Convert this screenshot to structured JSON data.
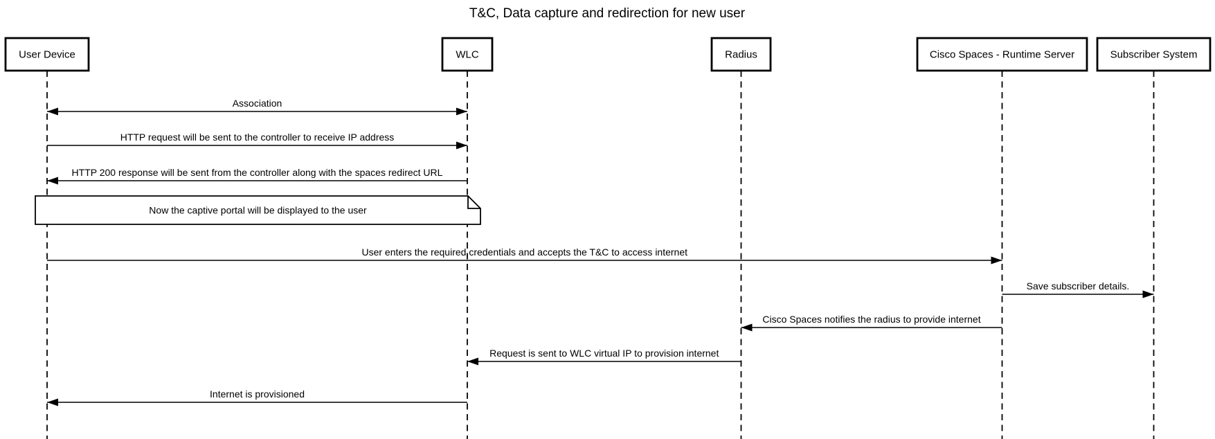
{
  "diagram": {
    "title": "T&C, Data capture and redirection for new user",
    "type": "sequence-diagram",
    "colors": {
      "line": "#000000",
      "text": "#000000",
      "background": "#ffffff",
      "box_fill": "#ffffff"
    },
    "participants": [
      {
        "id": "user_device",
        "label": "User Device"
      },
      {
        "id": "wlc",
        "label": "WLC"
      },
      {
        "id": "radius",
        "label": "Radius"
      },
      {
        "id": "cisco_spaces",
        "label": "Cisco Spaces - Runtime Server"
      },
      {
        "id": "subscriber_system",
        "label": "Subscriber System"
      }
    ],
    "messages": [
      {
        "type": "message",
        "from": "user_device",
        "to": "wlc",
        "direction": "both",
        "text": "Association"
      },
      {
        "type": "message",
        "from": "user_device",
        "to": "wlc",
        "direction": "right",
        "text": "HTTP request will be sent to the controller to receive IP address"
      },
      {
        "type": "message",
        "from": "wlc",
        "to": "user_device",
        "direction": "left",
        "text": "HTTP 200 response will be sent from the controller along with the spaces redirect URL"
      },
      {
        "type": "note",
        "over": [
          "user_device",
          "wlc"
        ],
        "text": "Now the captive portal will be displayed to the user"
      },
      {
        "type": "message",
        "from": "user_device",
        "to": "cisco_spaces",
        "direction": "right",
        "text": "User enters the required credentials and accepts the T&C to access internet"
      },
      {
        "type": "message",
        "from": "cisco_spaces",
        "to": "subscriber_system",
        "direction": "right",
        "text": "Save subscriber details."
      },
      {
        "type": "message",
        "from": "cisco_spaces",
        "to": "radius",
        "direction": "left",
        "text": "Cisco Spaces notifies the radius to provide internet"
      },
      {
        "type": "message",
        "from": "radius",
        "to": "wlc",
        "direction": "left",
        "text": "Request is sent to WLC virtual IP to provision internet"
      },
      {
        "type": "message",
        "from": "wlc",
        "to": "user_device",
        "direction": "left",
        "text": "Internet is provisioned"
      }
    ]
  }
}
